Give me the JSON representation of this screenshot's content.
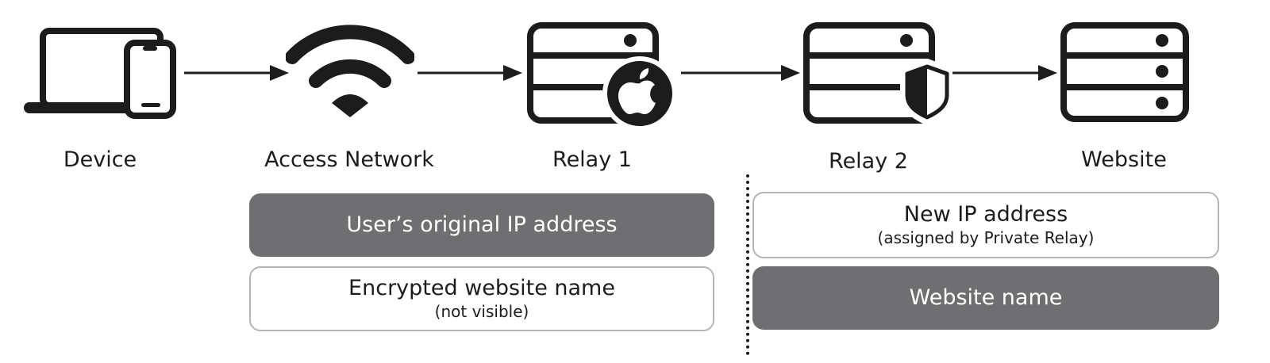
{
  "nodes": [
    {
      "label": "Device",
      "icon": "laptop-phone-icon"
    },
    {
      "label": "Access Network",
      "icon": "wifi-icon"
    },
    {
      "label": "Relay 1",
      "icon": "server-apple-icon"
    },
    {
      "label": "Relay 2",
      "icon": "server-shield-icon"
    },
    {
      "label": "Website",
      "icon": "server-icon"
    }
  ],
  "left_panel": {
    "ip_box": {
      "text": "User’s original IP address"
    },
    "name_box": {
      "text": "Encrypted website name",
      "subtext": "(not visible)"
    }
  },
  "right_panel": {
    "ip_box": {
      "text": "New IP address",
      "subtext": "(assigned by Private Relay)"
    },
    "name_box": {
      "text": "Website name"
    }
  },
  "colors": {
    "icon": "#1c1c1c",
    "dark_box": "#6f6f72",
    "light_box_border": "#b5b5b8"
  }
}
